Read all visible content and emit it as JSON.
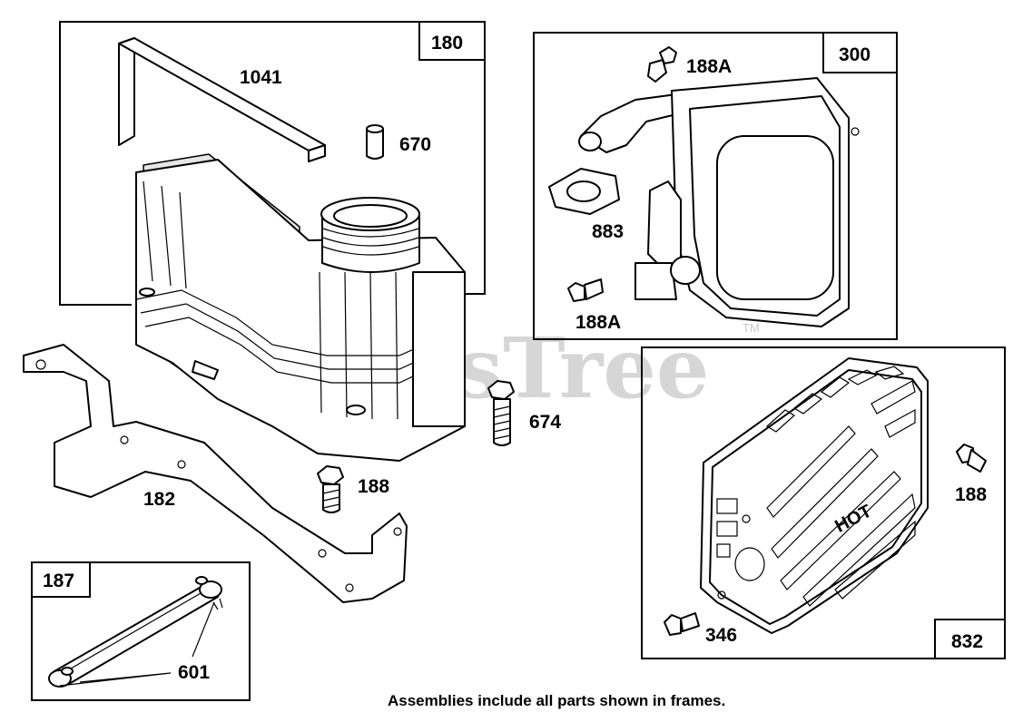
{
  "frames": [
    {
      "id": "frame-180",
      "number": "180"
    },
    {
      "id": "frame-300",
      "number": "300"
    },
    {
      "id": "frame-832",
      "number": "832"
    },
    {
      "id": "frame-187",
      "number": "187"
    }
  ],
  "labels": {
    "p1041": "1041",
    "p670": "670",
    "p188A_top": "188A",
    "p883": "883",
    "p188A_bottom": "188A",
    "p674": "674",
    "p182": "182",
    "p188_center": "188",
    "p188_right": "188",
    "p346": "346",
    "p601": "601"
  },
  "watermark": {
    "text": "PartsTree",
    "trademark": "TM"
  },
  "guard_text": "HOT",
  "caption": "Assemblies include all parts shown in frames."
}
